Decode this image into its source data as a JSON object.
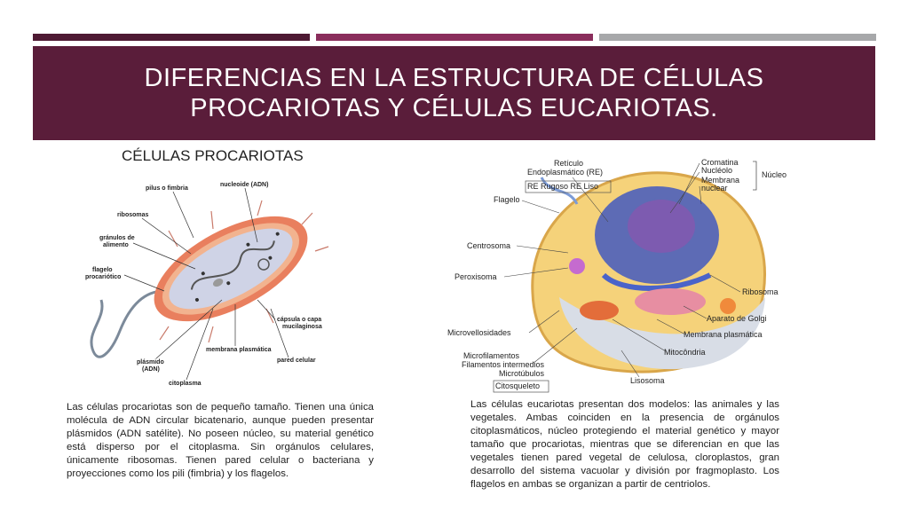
{
  "colors": {
    "banner": "#5a1d3a",
    "bar_dark": "#4e1a33",
    "bar_mid": "#8a2e5c",
    "bar_grey": "#a7a8aa"
  },
  "title": "DIFERENCIAS EN LA ESTRUCTURA DE CÉLULAS PROCARIOTAS Y CÉLULAS EUCARIOTAS.",
  "prokaryote": {
    "heading": "CÉLULAS PROCARIOTAS",
    "labels": {
      "pilus": "pilus o fimbria",
      "nucleoid": "nucleoide (ADN)",
      "ribosomes": "ribosomas",
      "granules_1": "gránulos de",
      "granules_2": "alimento",
      "flagellum_1": "flagelo",
      "flagellum_2": "procariótico",
      "capsule_1": "cápsula o capa",
      "capsule_2": "mucilaginosa",
      "membrane": "membrana plasmática",
      "wall": "pared celular",
      "plasmid_1": "plásmido",
      "plasmid_2": "(ADN)",
      "cytoplasm": "citoplasma"
    },
    "text": "Las células procariotas son de pequeño tamaño. Tienen una única molécula de ADN circular bicatenario, aunque pueden presentar plásmidos (ADN satélite). No poseen núcleo, su material genético está disperso por el citoplasma. Sin orgánulos celulares, únicamente ribosomas. Tienen pared celular o bacteriana y proyecciones como los pili (fimbria) y los flagelos."
  },
  "eukaryote": {
    "labels": {
      "reticulum_1": "Retículo",
      "reticulum_2": "Endoplasmático (RE)",
      "rer_rel": "RE Rugoso  RE Liso",
      "flagellum": "Flagelo",
      "centrosome": "Centrosoma",
      "peroxisome": "Peroxisoma",
      "microvilli": "Microvellosidades",
      "microfilaments": "Microfilamentos",
      "intermediate": "Filamentos intermedios",
      "microtubules": "Microtúbulos",
      "cytoskeleton": "Citosqueleto",
      "lysosome": "Lisosoma",
      "mitochondria": "Mitocôndria",
      "membrane": "Membrana plasmática",
      "golgi": "Aparato de Golgi",
      "ribosome": "Ribosoma",
      "chromatin": "Cromatina",
      "nucleolus": "Nucléolo",
      "nuclear_membrane_1": "Membrana",
      "nuclear_membrane_2": "nuclear",
      "nucleus": "Núcleo"
    },
    "text": "Las células eucariotas presentan dos modelos: las animales y las vegetales.  Ambas coinciden en la presencia de orgánulos citoplasmáticos, núcleo protegiendo el material genético y mayor tamaño que procariotas, mientras que se diferencian en que las vegetales tienen pared vegetal de celulosa, cloroplastos, gran desarrollo del sistema vacuolar y división por fragmoplasto. Los flagelos en ambas se organizan a partir de centriolos."
  }
}
